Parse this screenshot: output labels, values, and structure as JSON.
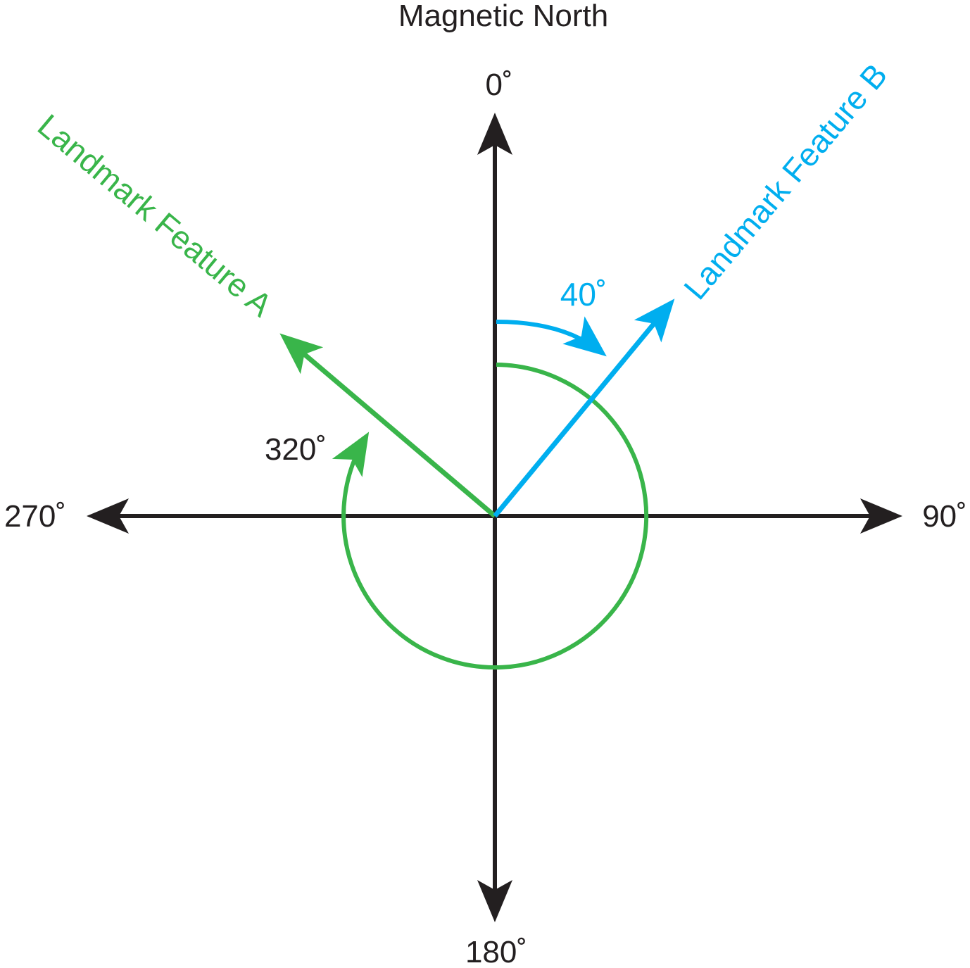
{
  "title": "Magnetic North",
  "compass": {
    "north": "0˚",
    "east": "90˚",
    "south": "180˚",
    "west": "270˚"
  },
  "bearings": [
    {
      "name": "Landmark Feature A",
      "angle_label": "320˚",
      "bearing_deg": 320
    },
    {
      "name": "Landmark Feature B",
      "angle_label": "40˚",
      "bearing_deg": 40
    }
  ],
  "colors": {
    "axes": "#231f20",
    "feature_a": "#39b54a",
    "feature_b": "#00aeef",
    "angle_label_a": "#231f20",
    "angle_label_b": "#00aeef"
  }
}
